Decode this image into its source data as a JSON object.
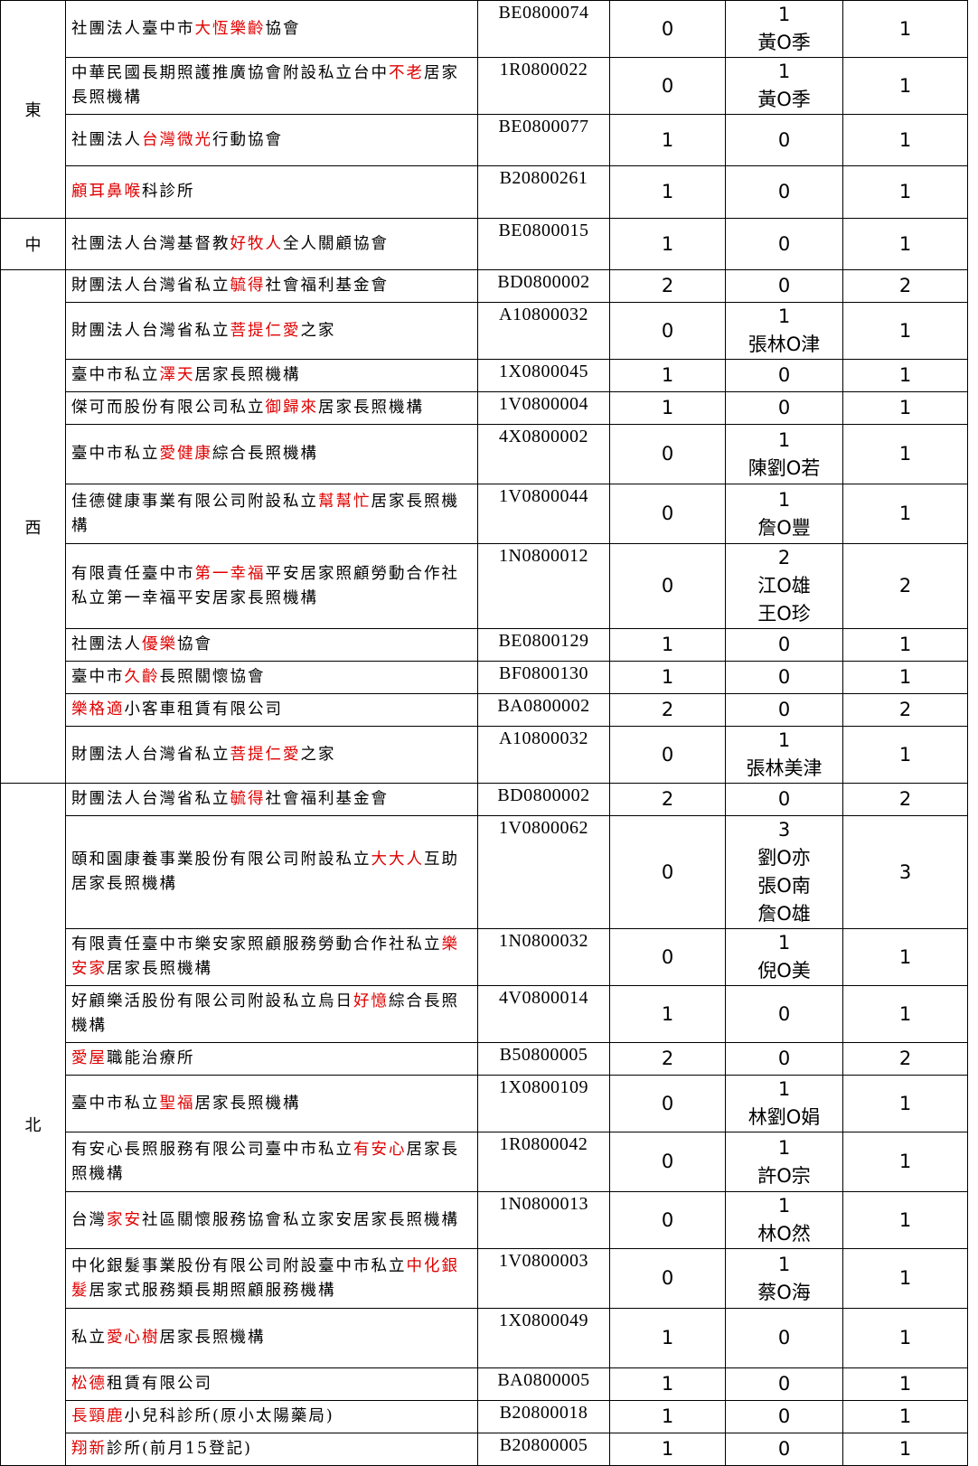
{
  "colors": {
    "highlight": "#e00000",
    "text": "#000000",
    "border": "#000000"
  },
  "groups": [
    {
      "district": "東",
      "rows": [
        {
          "name": [
            [
              "社團法人臺中市",
              0
            ],
            [
              "大恆樂齡",
              1
            ],
            [
              "協會",
              0
            ]
          ],
          "code": "BE0800074",
          "a": "0",
          "b": [
            "1",
            "黃O季"
          ],
          "c": "1",
          "h": 58
        },
        {
          "name": [
            [
              "中華民國長期照護推廣協會附設私立台中",
              0
            ],
            [
              "不老",
              1
            ],
            [
              "居家長照機構",
              0
            ]
          ],
          "code": "1R0800022",
          "a": "0",
          "b": [
            "1",
            "黃O季"
          ],
          "c": "1",
          "h": 58
        },
        {
          "name": [
            [
              "社團法人",
              0
            ],
            [
              "台灣微光",
              1
            ],
            [
              "行動協會",
              0
            ]
          ],
          "code": "BE0800077",
          "a": "1",
          "b": [
            "0"
          ],
          "c": "1",
          "h": 57
        },
        {
          "name": [
            [
              "顧耳鼻喉",
              1
            ],
            [
              "科診所",
              0
            ]
          ],
          "code": "B20800261",
          "a": "1",
          "b": [
            "0"
          ],
          "c": "1",
          "h": 58
        }
      ]
    },
    {
      "district": "中",
      "rows": [
        {
          "name": [
            [
              "社團法人台灣基督教",
              0
            ],
            [
              "好牧人",
              1
            ],
            [
              "全人關顧協會",
              0
            ]
          ],
          "code": "BE0800015",
          "a": "1",
          "b": [
            "0"
          ],
          "c": "1",
          "h": 57
        }
      ]
    },
    {
      "district": "西",
      "rows": [
        {
          "name": [
            [
              "財團法人台灣省私立",
              0
            ],
            [
              "毓得",
              1
            ],
            [
              "社會福利基金會",
              0
            ]
          ],
          "code": "BD0800002",
          "a": "2",
          "b": [
            "0"
          ],
          "c": "2",
          "h": 33
        },
        {
          "name": [
            [
              "財團法人台灣省私立",
              0
            ],
            [
              "菩提仁愛",
              1
            ],
            [
              "之家",
              0
            ]
          ],
          "code": "A10800032",
          "a": "0",
          "b": [
            "1",
            "張林O津"
          ],
          "c": "1",
          "h": 62
        },
        {
          "name": [
            [
              "臺中市私立",
              0
            ],
            [
              "澤天",
              1
            ],
            [
              "居家長照機構",
              0
            ]
          ],
          "code": "1X0800045",
          "a": "1",
          "b": [
            "0"
          ],
          "c": "1",
          "h": 33
        },
        {
          "name": [
            [
              "傑可而股份有限公司私立",
              0
            ],
            [
              "御歸來",
              1
            ],
            [
              "居家長照機構",
              0
            ]
          ],
          "code": "1V0800004",
          "a": "1",
          "b": [
            "0"
          ],
          "c": "1",
          "h": 33
        },
        {
          "name": [
            [
              "臺中市私立",
              0
            ],
            [
              "愛健康",
              1
            ],
            [
              "綜合長照機構",
              0
            ]
          ],
          "code": "4X0800002",
          "a": "0",
          "b": [
            "1",
            "陳劉O若"
          ],
          "c": "1",
          "h": 66
        },
        {
          "name": [
            [
              "佳德健康事業有限公司附設私立",
              0
            ],
            [
              "幫幫忙",
              1
            ],
            [
              "居家長照機構",
              0
            ]
          ],
          "code": "1V0800044",
          "a": "0",
          "b": [
            "1",
            "詹O豐"
          ],
          "c": "1",
          "h": 66
        },
        {
          "name": [
            [
              "有限責任臺中市",
              0
            ],
            [
              "第一幸福",
              1
            ],
            [
              "平安居家照顧勞動合作社私立第一幸福平安居家長照機構",
              0
            ]
          ],
          "code": "1N0800012",
          "a": "0",
          "b": [
            "2",
            "江O雄",
            "王O珍"
          ],
          "c": "2",
          "h": 94
        },
        {
          "name": [
            [
              "社團法人",
              0
            ],
            [
              "優樂",
              1
            ],
            [
              "協會",
              0
            ]
          ],
          "code": "BE0800129",
          "a": "1",
          "b": [
            "0"
          ],
          "c": "1",
          "h": 33
        },
        {
          "name": [
            [
              "臺中市",
              0
            ],
            [
              "久齡",
              1
            ],
            [
              "長照關懷協會",
              0
            ]
          ],
          "code": "BF0800130",
          "a": "1",
          "b": [
            "0"
          ],
          "c": "1",
          "h": 33
        },
        {
          "name": [
            [
              "樂格適",
              1
            ],
            [
              "小客車租賃有限公司",
              0
            ]
          ],
          "code": "BA0800002",
          "a": "2",
          "b": [
            "0"
          ],
          "c": "2",
          "h": 33
        },
        {
          "name": [
            [
              "財團法人台灣省私立",
              0
            ],
            [
              "菩提仁愛",
              1
            ],
            [
              "之家",
              0
            ]
          ],
          "code": "A10800032",
          "a": "0",
          "b": [
            "1",
            "張林美津"
          ],
          "c": "1",
          "h": 62
        }
      ]
    },
    {
      "district": "北",
      "rows": [
        {
          "name": [
            [
              "財團法人台灣省私立",
              0
            ],
            [
              "毓得",
              1
            ],
            [
              "社會福利基金會",
              0
            ]
          ],
          "code": "BD0800002",
          "a": "2",
          "b": [
            "0"
          ],
          "c": "2",
          "h": 33
        },
        {
          "name": [
            [
              "頤和園康養事業股份有限公司附設私立",
              0
            ],
            [
              "大大人",
              1
            ],
            [
              "互助居家長照機構",
              0
            ]
          ],
          "code": "1V0800062",
          "a": "0",
          "b": [
            "3",
            "劉O亦",
            "張O南",
            "詹O雄"
          ],
          "c": "3",
          "h": 122
        },
        {
          "name": [
            [
              "有限責任臺中市樂安家照顧服務勞動合作社私立",
              0
            ],
            [
              "樂安家",
              1
            ],
            [
              "居家長照機構",
              0
            ]
          ],
          "code": "1N0800032",
          "a": "0",
          "b": [
            "1",
            "倪O美"
          ],
          "c": "1",
          "h": 62
        },
        {
          "name": [
            [
              "好顧樂活股份有限公司附設私立烏日",
              0
            ],
            [
              "好憶",
              1
            ],
            [
              "綜合長照機構",
              0
            ]
          ],
          "code": "4V0800014",
          "a": "1",
          "b": [
            "0"
          ],
          "c": "1",
          "h": 53
        },
        {
          "name": [
            [
              "愛屋",
              1
            ],
            [
              "職能治療所",
              0
            ]
          ],
          "code": "B50800005",
          "a": "2",
          "b": [
            "0"
          ],
          "c": "2",
          "h": 33
        },
        {
          "name": [
            [
              "臺中市私立",
              0
            ],
            [
              "聖福",
              1
            ],
            [
              "居家長照機構",
              0
            ]
          ],
          "code": "1X0800109",
          "a": "0",
          "b": [
            "1",
            "林劉O娟"
          ],
          "c": "1",
          "h": 62
        },
        {
          "name": [
            [
              "有安心長照服務有限公司臺中市私立",
              0
            ],
            [
              "有安心",
              1
            ],
            [
              "居家長照機構",
              0
            ]
          ],
          "code": "1R0800042",
          "a": "0",
          "b": [
            "1",
            "許O宗"
          ],
          "c": "1",
          "h": 66
        },
        {
          "name": [
            [
              "台灣",
              0
            ],
            [
              "家安",
              1
            ],
            [
              "社區關懷服務協會私立家安居家長照機構",
              0
            ]
          ],
          "code": "1N0800013",
          "a": "0",
          "b": [
            "1",
            "林O然"
          ],
          "c": "1",
          "h": 62
        },
        {
          "name": [
            [
              "中化銀髮事業股份有限公司附設臺中市私立",
              0
            ],
            [
              "中化銀髮",
              1
            ],
            [
              "居家式服務類長期照顧服務機構",
              0
            ]
          ],
          "code": "1V0800003",
          "a": "0",
          "b": [
            "1",
            "蔡O海"
          ],
          "c": "1",
          "h": 66
        },
        {
          "name": [
            [
              "私立",
              0
            ],
            [
              "愛心樹",
              1
            ],
            [
              "居家長照機構",
              0
            ]
          ],
          "code": "1X0800049",
          "a": "1",
          "b": [
            "0"
          ],
          "c": "1",
          "h": 66
        },
        {
          "name": [
            [
              "松德",
              1
            ],
            [
              "租賃有限公司",
              0
            ]
          ],
          "code": "BA0800005",
          "a": "1",
          "b": [
            "0"
          ],
          "c": "1",
          "h": 33
        },
        {
          "name": [
            [
              "長頸鹿",
              1
            ],
            [
              "小兒科診所(原小太陽藥局)",
              0
            ]
          ],
          "code": "B20800018",
          "a": "1",
          "b": [
            "0"
          ],
          "c": "1",
          "h": 33
        },
        {
          "name": [
            [
              "翔新",
              1
            ],
            [
              "診所(前月15登記)",
              0
            ]
          ],
          "code": "B20800005",
          "a": "1",
          "b": [
            "0"
          ],
          "c": "1",
          "h": 30
        }
      ]
    }
  ]
}
